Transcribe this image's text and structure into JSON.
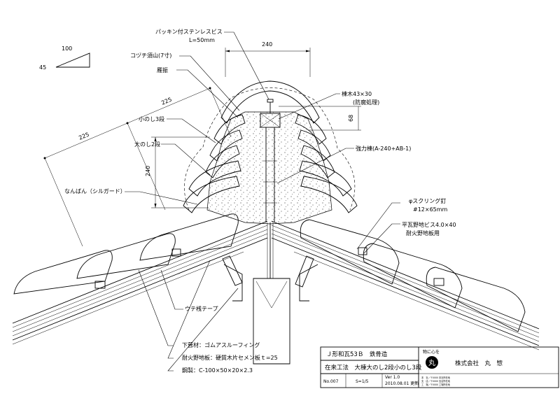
{
  "labels": {
    "packing_screw": "パッキン付ステンレスビス",
    "screw_length": "L=50mm",
    "kozuchi": "コヅチ須山(7寸)",
    "gan": "雁振",
    "konoshi": "小のし3段",
    "oonoshi": "大のし2段",
    "nanban": "なんばん（シルガード）",
    "munagi": "棟木43×30",
    "munagi_note": "(防腐処理)",
    "kyoryoku": "強力棟(A-240+AB-1)",
    "ring_nail": "φスクリング釘",
    "ring_nail_size": "#12×65mm",
    "hiragawara_screw": "平瓦野地ビス4.0×40",
    "hiragawara_note": "耐火野地板用",
    "tape": "ウテ桟テープ",
    "shitabuki": "下葺材：ゴムアスルーフィング",
    "nojiita": "耐火野地板：硬質木片セメン板ｔ=25",
    "steel": "鋼製：C-100×50×20×2.3"
  },
  "dimensions": {
    "slope_run": "100",
    "slope_rise": "45",
    "ridge_width": "240",
    "height_68": "68",
    "height_240": "240",
    "slant_225_a": "225",
    "slant_225_b": "225"
  },
  "title_block": {
    "row1": "Ｊ形和瓦53Ｂ　鉄骨造",
    "row2": "在来工法　大棟大のし2段小のし3段",
    "no": "No.007",
    "scale": "S=1/5",
    "version": "Ver 1.0",
    "date": "2010.08.01 更新",
    "logo_caption": "物に心を",
    "logo_char": "丸",
    "company": "株式会社　丸　惣",
    "address_line1": "本　社／〒0000 本社所在地",
    "address_line2": "支　店／〒0000 支店所在地",
    "address_line3": "工　場／〒0000 工場所在地"
  }
}
